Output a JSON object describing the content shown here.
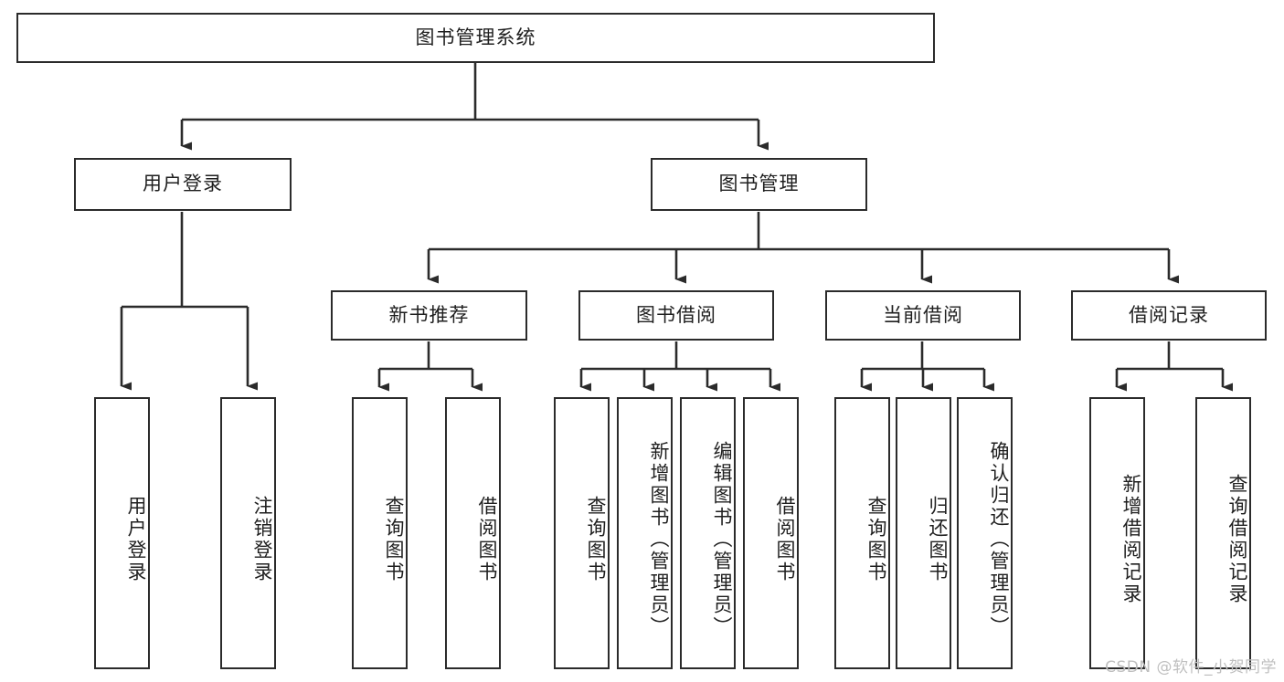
{
  "diagram": {
    "title": "图书管理系统",
    "type": "tree-hierarchy-chart",
    "orientation": "top-down",
    "colors": {
      "background": "#ffffff",
      "box_border": "#2b2b2b",
      "box_fill": "#ffffff",
      "text": "#1f1f1f",
      "connector": "#2b2b2b",
      "watermark": "#bfbfbf"
    }
  },
  "root": {
    "label": "图书管理系统"
  },
  "level2": [
    {
      "label": "用户登录"
    },
    {
      "label": "图书管理"
    }
  ],
  "level3": [
    {
      "label": "新书推荐"
    },
    {
      "label": "图书借阅"
    },
    {
      "label": "当前借阅"
    },
    {
      "label": "借阅记录"
    }
  ],
  "leaves": {
    "user_login": [
      {
        "label": "用户登录"
      },
      {
        "label": "注销登录"
      }
    ],
    "new_book_recommend": [
      {
        "label": "查询图书"
      },
      {
        "label": "借阅图书"
      }
    ],
    "book_borrow": [
      {
        "label": "查询图书"
      },
      {
        "label": "新增图书（管理员）"
      },
      {
        "label": "编辑图书（管理员）"
      },
      {
        "label": "借阅图书"
      }
    ],
    "current_borrow": [
      {
        "label": "查询图书"
      },
      {
        "label": "归还图书"
      },
      {
        "label": "确认归还（管理员）"
      }
    ],
    "borrow_record": [
      {
        "label": "新增借阅记录"
      },
      {
        "label": "查询借阅记录"
      }
    ]
  },
  "watermark": {
    "text": "CSDN @软件_小贺同学"
  }
}
